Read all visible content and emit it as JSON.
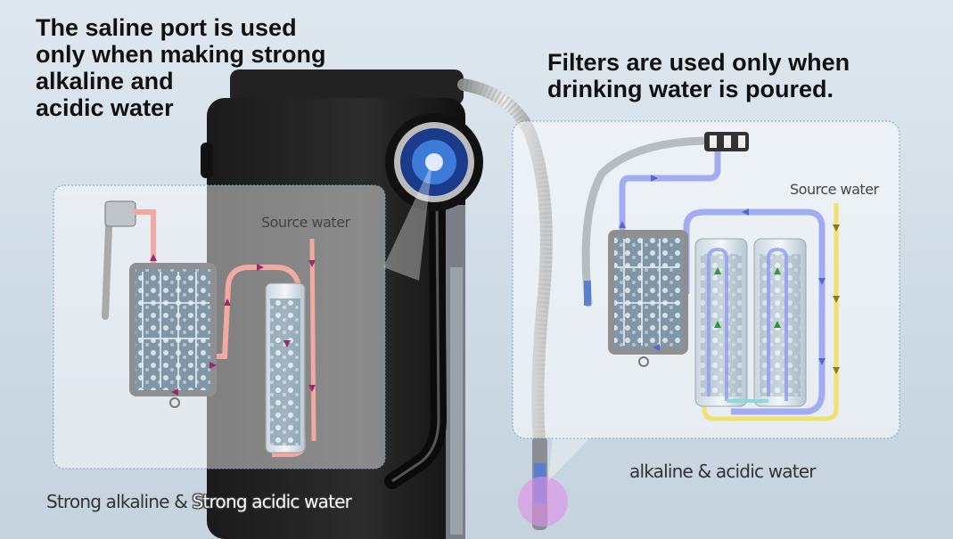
{
  "headlines": {
    "saline_port": [
      "The saline port is used",
      "only when making strong",
      "alkaline and",
      "acidic water"
    ],
    "filters": [
      "Filters are used only when",
      "drinking water is poured."
    ]
  },
  "labels": {
    "source_water_left": "Source water",
    "source_water_right": "Source water"
  },
  "captions": {
    "left_part1": "Strong  alkaline & ",
    "left_part2": "Strong acidic water",
    "right": "alkaline & acidic water"
  },
  "colors": {
    "pink_flow": "#f2a9a0",
    "blue_flow": "#8e9cf0",
    "yellow_flow": "#f0e070",
    "arrow_dark": "#9a2b6b",
    "highlight": "#e08ee8"
  }
}
